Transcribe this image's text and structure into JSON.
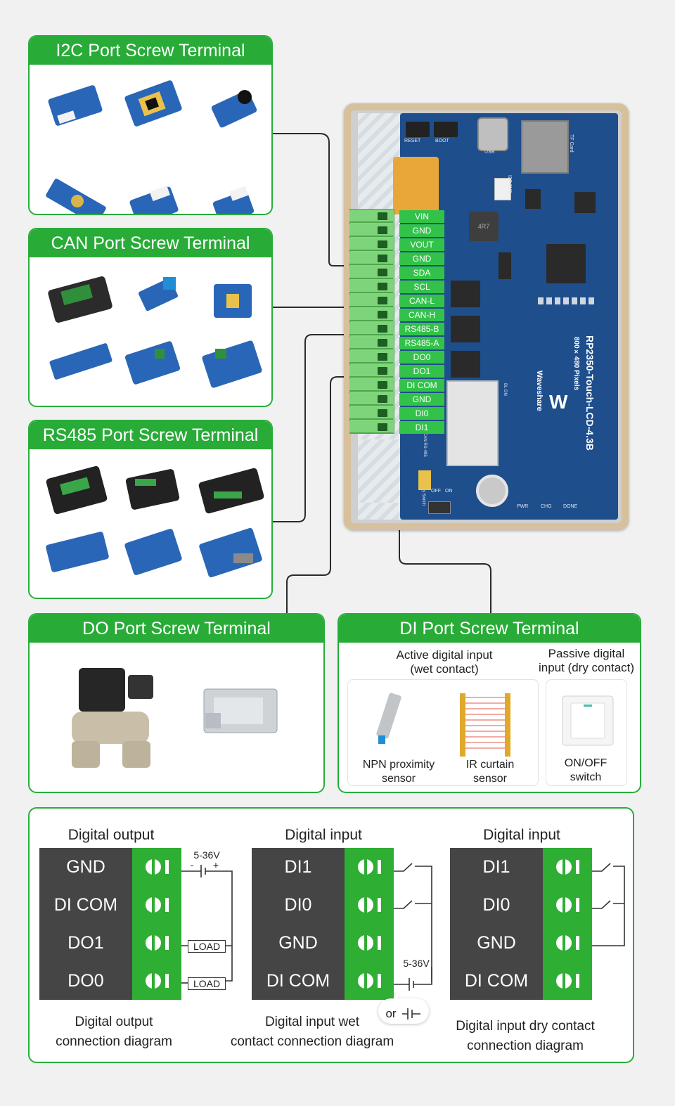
{
  "i2c": {
    "title": "I2C Port Screw Terminal"
  },
  "can": {
    "title": "CAN Port Screw Terminal"
  },
  "rs485": {
    "title": "RS485 Port Screw Terminal"
  },
  "do_panel": {
    "title": "DO Port Screw Terminal"
  },
  "di_panel": {
    "title": "DI Port Screw Terminal",
    "active_label": "Active digital input\n(wet contact)",
    "passive_label": "Passive digital\ninput (dry contact)",
    "npn_label": "NPN proximity\nsensor",
    "ir_label": "IR curtain\nsensor",
    "switch_label": "ON/OFF\nswitch"
  },
  "board": {
    "pins": [
      "VIN",
      "GND",
      "VOUT",
      "GND",
      "SDA",
      "SCL",
      "CAN-L",
      "CAN-H",
      "RS485-B",
      "RS485-A",
      "DO0",
      "DO1",
      "DI COM",
      "GND",
      "DI0",
      "DI1"
    ],
    "model": "RP2350-Touch-LCD-4.3B",
    "resolution": "800×480 Pixels",
    "brand": "Waveshare",
    "silk": {
      "reset": "RESET",
      "boot": "BOOT",
      "usb": "USB",
      "tf": "TF Card",
      "i2c": "I2C 3V3",
      "chip": "4R7",
      "pwr": "PWR",
      "chg": "CHG",
      "done": "DONE",
      "battery": "Battery Switch",
      "can485": "CAN RS-485",
      "off": "OFF",
      "on": "ON",
      "bl": "BL ON"
    }
  },
  "diagrams": {
    "output": {
      "heading": "Digital output",
      "rows": [
        "GND",
        "DI COM",
        "DO1",
        "DO0"
      ],
      "voltage": "5-36V",
      "minus": "-",
      "plus": "+",
      "load1": "LOAD",
      "load2": "LOAD",
      "caption": "Digital output\nconnection diagram"
    },
    "wet": {
      "heading": "Digital input",
      "rows": [
        "DI1",
        "DI0",
        "GND",
        "DI COM"
      ],
      "voltage": "5-36V",
      "or": "or",
      "caption": "Digital input wet\ncontact connection diagram"
    },
    "dry": {
      "heading": "Digital input",
      "rows": [
        "DI1",
        "DI0",
        "GND",
        "DI COM"
      ],
      "caption": "Digital input dry contact\nconnection diagram"
    }
  },
  "colors": {
    "green": "#28ab37",
    "pcb": "#1e4e8c",
    "dark": "#454545"
  }
}
